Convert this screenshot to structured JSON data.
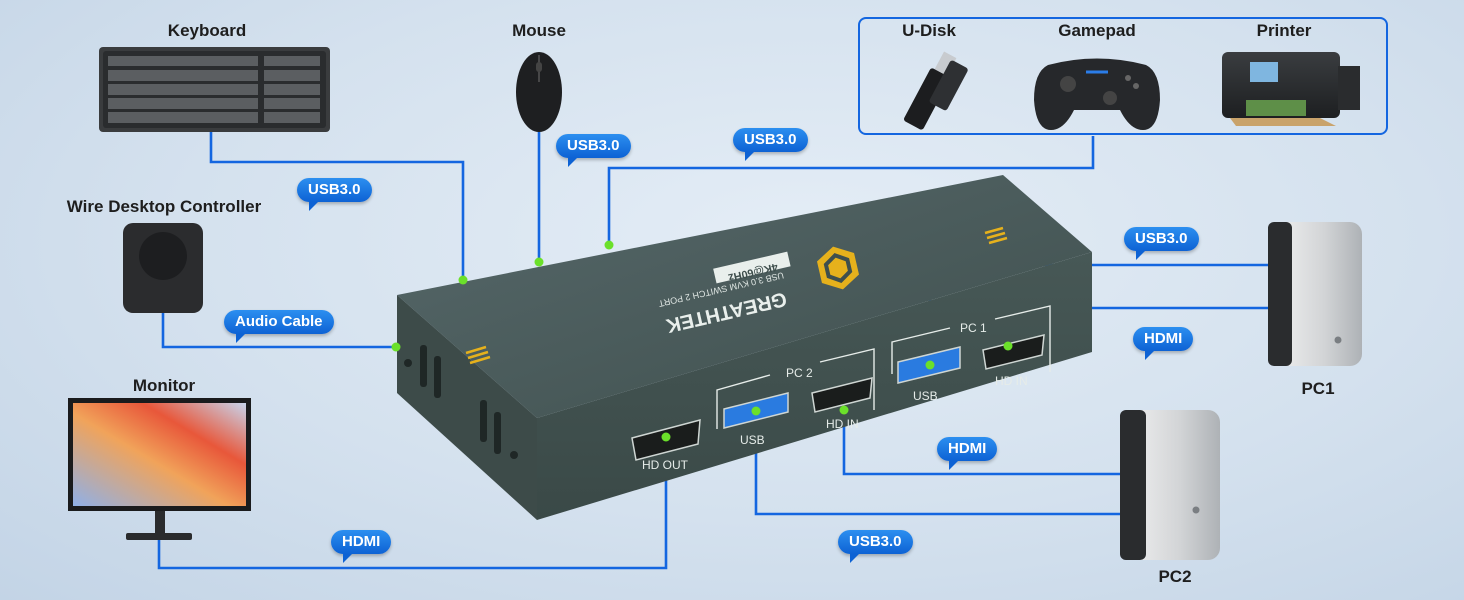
{
  "devices": {
    "keyboard": "Keyboard",
    "mouse": "Mouse",
    "udisk": "U-Disk",
    "gamepad": "Gamepad",
    "printer": "Printer",
    "controller": "Wire Desktop Controller",
    "monitor": "Monitor",
    "pc1": "PC1",
    "pc2": "PC2"
  },
  "cables": {
    "usb_keyboard": "USB3.0",
    "usb_mouse": "USB3.0",
    "usb_peripherals": "USB3.0",
    "usb_pc1": "USB3.0",
    "hdmi_pc1": "HDMI",
    "hdmi_pc2": "HDMI",
    "usb_pc2": "USB3.0",
    "audio": "Audio Cable",
    "hdmi_monitor": "HDMI"
  },
  "kvm": {
    "brand": "GREATHTEK",
    "model": "USB 3.0 KVM SWITCH 2 PORT",
    "badge": "4K@60Hz",
    "pc1_group": "PC 1",
    "pc2_group": "PC 2",
    "port_usb": "USB",
    "port_hd_in": "HD IN",
    "port_hd_out": "HD OUT"
  },
  "colors": {
    "cable": "#1466e0",
    "connector_dot": "#6be02a",
    "kvm_body": "#4b5c58",
    "usb_port": "#2a7be0",
    "logo": "#e6b11c"
  }
}
